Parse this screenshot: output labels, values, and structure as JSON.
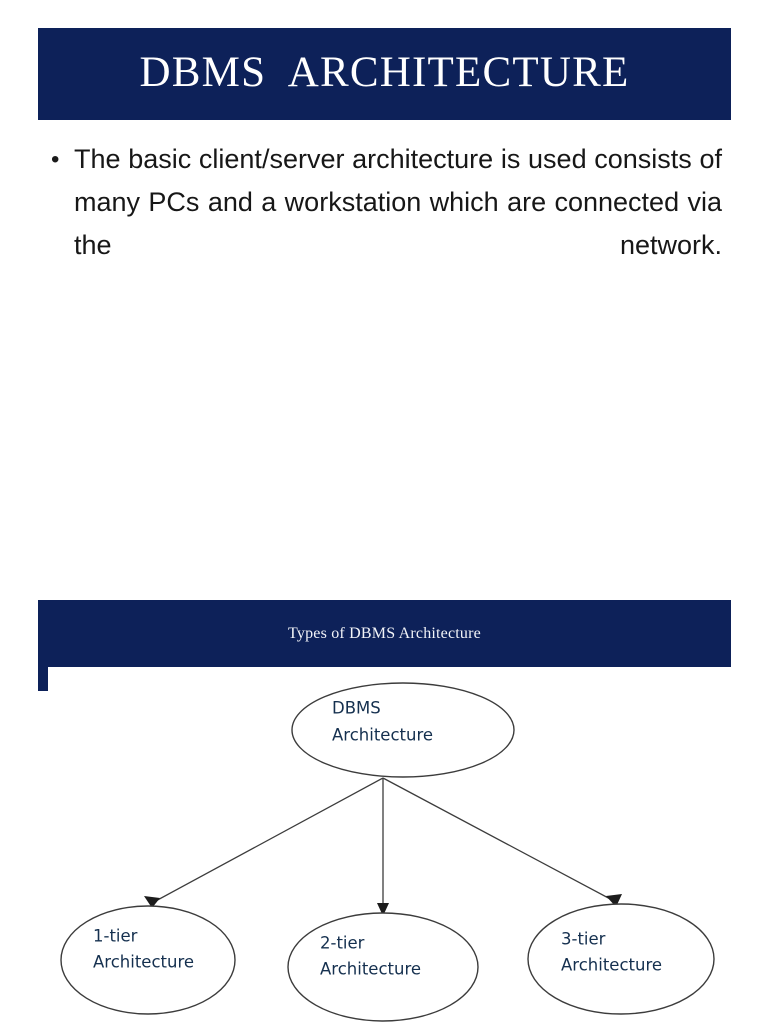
{
  "slide": {
    "title": "DBMS  ARCHITECTURE",
    "bullet_glyph": "•",
    "body_text": "The basic client/server architecture is used consists of many PCs and a workstation which are connected via the network.",
    "theme": {
      "navy": "#0d2159",
      "title_color": "#ffffff",
      "body_color": "#171717",
      "diagram_label_color": "#15304f",
      "diagram_stroke": "#3c3c3c"
    }
  },
  "figure": {
    "band_caption": "Types of DBMS Architecture",
    "nodes": {
      "root": {
        "line1": "DBMS",
        "line2": "Architecture"
      },
      "children": [
        {
          "line1": "1-tier",
          "line2": "Architecture"
        },
        {
          "line1": "2-tier",
          "line2": "Architecture"
        },
        {
          "line1": "3-tier",
          "line2": "Architecture"
        }
      ]
    }
  }
}
